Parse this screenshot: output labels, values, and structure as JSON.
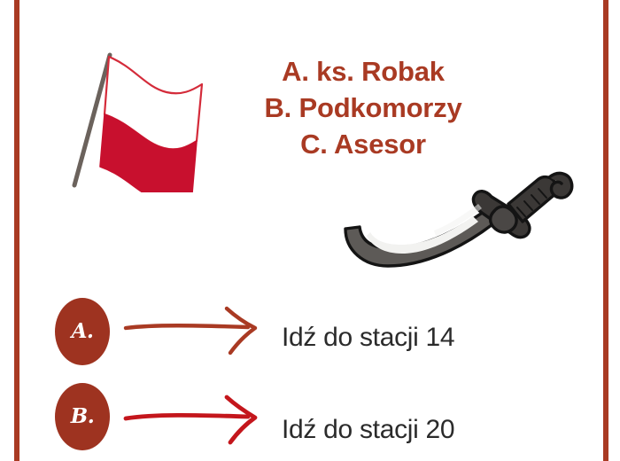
{
  "slide": {
    "background_color": "#ffffff",
    "frame": {
      "color": "#a93a23",
      "left_bar_name": "left-frame-bar",
      "right_bar_name": "right-frame-bar"
    }
  },
  "illustrations": {
    "flag": {
      "name": "polish-flag-illustration",
      "stripe_top_color": "#ffffff",
      "stripe_bottom_color": "#c8102e",
      "outline_color": "#d42b3a",
      "pole_color": "#6b625c"
    },
    "sabre": {
      "name": "sabre-illustration",
      "blade_color": "#5d5a57",
      "blade_highlight_color": "#f2f2f0",
      "hilt_color": "#3b3836",
      "outline_color": "#141414"
    }
  },
  "answers": {
    "text_color": "#a93a23",
    "lines": [
      "A. ks. Robak",
      "B. Podkomorzy",
      "C. Asesor"
    ]
  },
  "routes": {
    "badge_color": "#9e3320",
    "label_color": "#2b2b2b",
    "items": [
      {
        "badge": "A.",
        "arrow_color": "#a93a23",
        "label": "Idź do stacji 14"
      },
      {
        "badge": "B.",
        "arrow_color": "#c4161c",
        "label": "Idź do stacji 20"
      }
    ]
  }
}
